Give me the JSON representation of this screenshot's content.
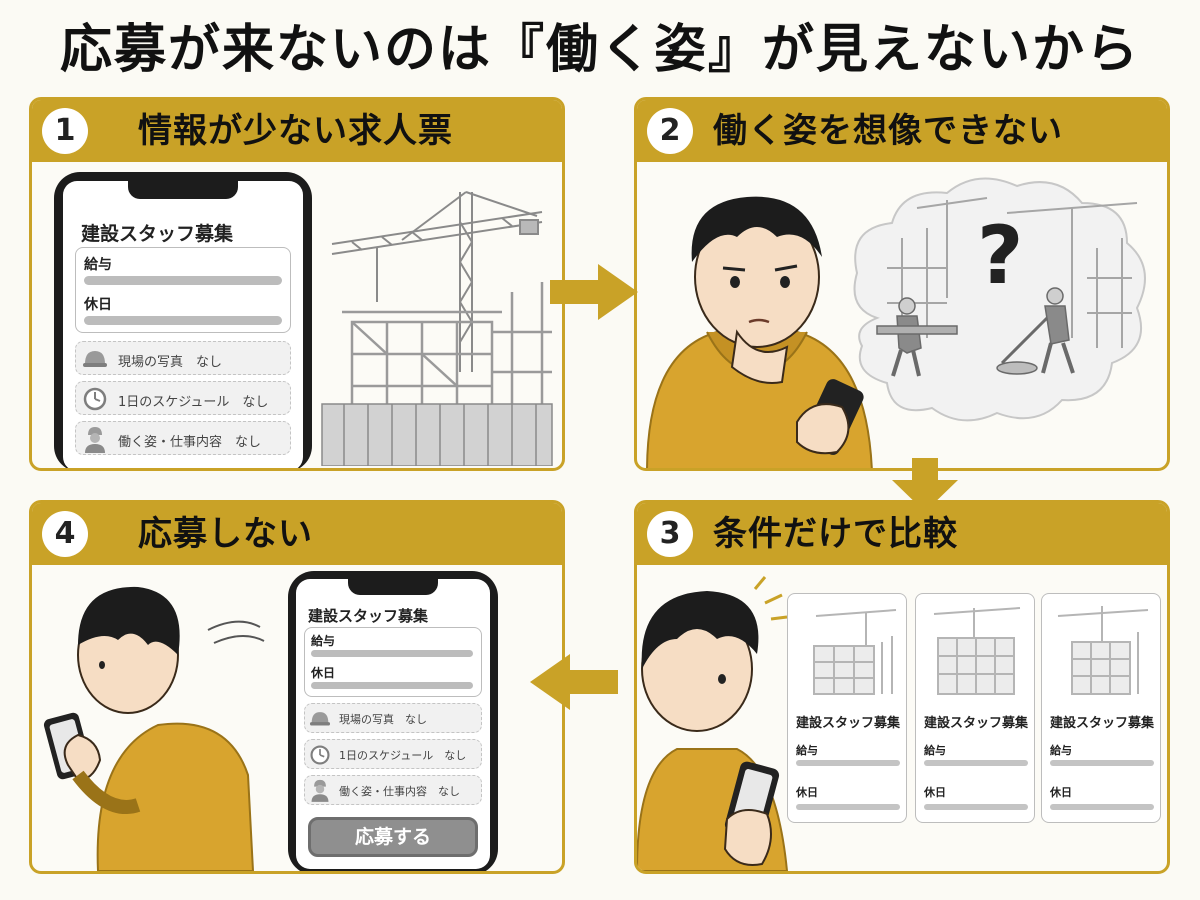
{
  "title": "応募が来ないのは『働く姿』が見えないから",
  "colors": {
    "accent": "#c9a227",
    "arrow": "#c9a227",
    "hoodie": "#d8a42e"
  },
  "panels": [
    {
      "number": "1",
      "title": "情報が少ない求人票",
      "phone": {
        "job_title": "建設スタッフ募集",
        "fields": [
          {
            "label": "給与"
          },
          {
            "label": "休日"
          }
        ],
        "missing": [
          {
            "icon": "helmet-icon",
            "text": "現場の写真　なし"
          },
          {
            "icon": "clock-icon",
            "text": "1日のスケジュール　なし"
          },
          {
            "icon": "worker-icon",
            "text": "働く姿・仕事内容　なし"
          }
        ]
      }
    },
    {
      "number": "2",
      "title": "働く姿を想像できない",
      "thought": {
        "symbol": "?"
      }
    },
    {
      "number": "3",
      "title": "条件だけで比較",
      "cards": [
        {
          "title": "建設スタッフ募集",
          "fields": [
            {
              "label": "給与"
            },
            {
              "label": "休日"
            }
          ]
        },
        {
          "title": "建設スタッフ募集",
          "fields": [
            {
              "label": "給与"
            },
            {
              "label": "休日"
            }
          ]
        },
        {
          "title": "建設スタッフ募集",
          "fields": [
            {
              "label": "給与"
            },
            {
              "label": "休日"
            }
          ]
        }
      ]
    },
    {
      "number": "4",
      "title": "応募しない",
      "phone": {
        "job_title": "建設スタッフ募集",
        "fields": [
          {
            "label": "給与"
          },
          {
            "label": "休日"
          }
        ],
        "missing": [
          {
            "icon": "helmet-icon",
            "text": "現場の写真　なし"
          },
          {
            "icon": "clock-icon",
            "text": "1日のスケジュール　なし"
          },
          {
            "icon": "worker-icon",
            "text": "働く姿・仕事内容　なし"
          }
        ],
        "apply_label": "応募する"
      }
    }
  ]
}
